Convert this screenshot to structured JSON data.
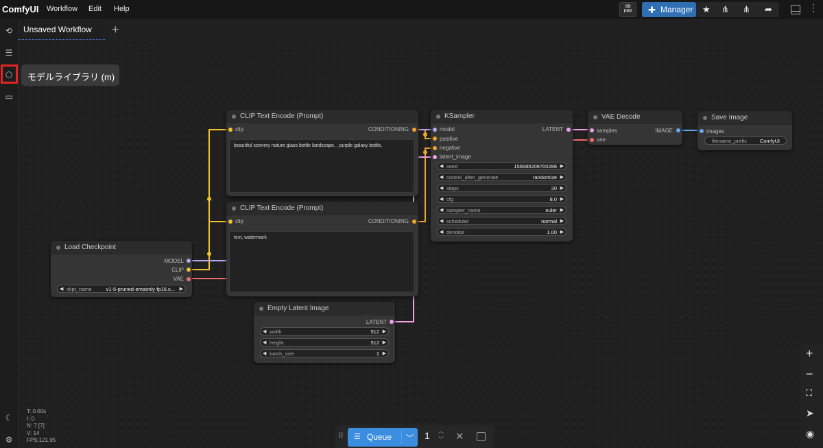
{
  "app": {
    "name": "ComfyUI"
  },
  "menu": [
    "Workflow",
    "Edit",
    "Help"
  ],
  "toolbar": {
    "sdppp_line1": "SD",
    "sdppp_line2": "PPP",
    "manager_label": "Manager"
  },
  "tabs": [
    {
      "label": "Unsaved Workflow"
    }
  ],
  "tab_add": "+",
  "tooltip": "モデルライブラリ (m)",
  "nodes": {
    "clip1": {
      "title": "CLIP Text Encode (Prompt)",
      "in": "clip",
      "out": "CONDITIONING",
      "text": "beautiful scenery nature glass bottle landscape, , purple galaxy bottle,"
    },
    "clip2": {
      "title": "CLIP Text Encode (Prompt)",
      "in": "clip",
      "out": "CONDITIONING",
      "text": "text, watermark"
    },
    "ksampler": {
      "title": "KSampler",
      "inputs": [
        "model",
        "positive",
        "negative",
        "latent_image"
      ],
      "out": "LATENT",
      "widgets": [
        {
          "label": "seed",
          "value": "156680208700286"
        },
        {
          "label": "control_after_generate",
          "value": "randomize"
        },
        {
          "label": "steps",
          "value": "20"
        },
        {
          "label": "cfg",
          "value": "8.0"
        },
        {
          "label": "sampler_name",
          "value": "euler"
        },
        {
          "label": "scheduler",
          "value": "normal"
        },
        {
          "label": "denoise",
          "value": "1.00"
        }
      ]
    },
    "vae": {
      "title": "VAE Decode",
      "inputs": [
        "samples",
        "vae"
      ],
      "out": "IMAGE"
    },
    "save": {
      "title": "Save Image",
      "in": "images",
      "widget": {
        "label": "filename_prefix",
        "value": "ComfyUI"
      }
    },
    "ckpt": {
      "title": "Load Checkpoint",
      "outs": [
        "MODEL",
        "CLIP",
        "VAE"
      ],
      "widget": {
        "label": "ckpt_name",
        "value": "v1-5-pruned-emaonly-fp16.s..."
      }
    },
    "latent": {
      "title": "Empty Latent Image",
      "out": "LATENT",
      "widgets": [
        {
          "label": "width",
          "value": "512"
        },
        {
          "label": "height",
          "value": "512"
        },
        {
          "label": "batch_size",
          "value": "1"
        }
      ]
    }
  },
  "stats": [
    "T: 0.00s",
    "I: 0",
    "N: 7 [7]",
    "V: 14",
    "FPS:121.95"
  ],
  "queue": {
    "label": "Queue",
    "count": "1"
  },
  "colors": {
    "clip": "#f2c230",
    "model": "#b9a6f2",
    "latent": "#f29fe8",
    "vae": "#f26b6b",
    "image": "#64a9f2",
    "conditioning": "#f2a32c",
    "accent": "#3b8de0"
  }
}
